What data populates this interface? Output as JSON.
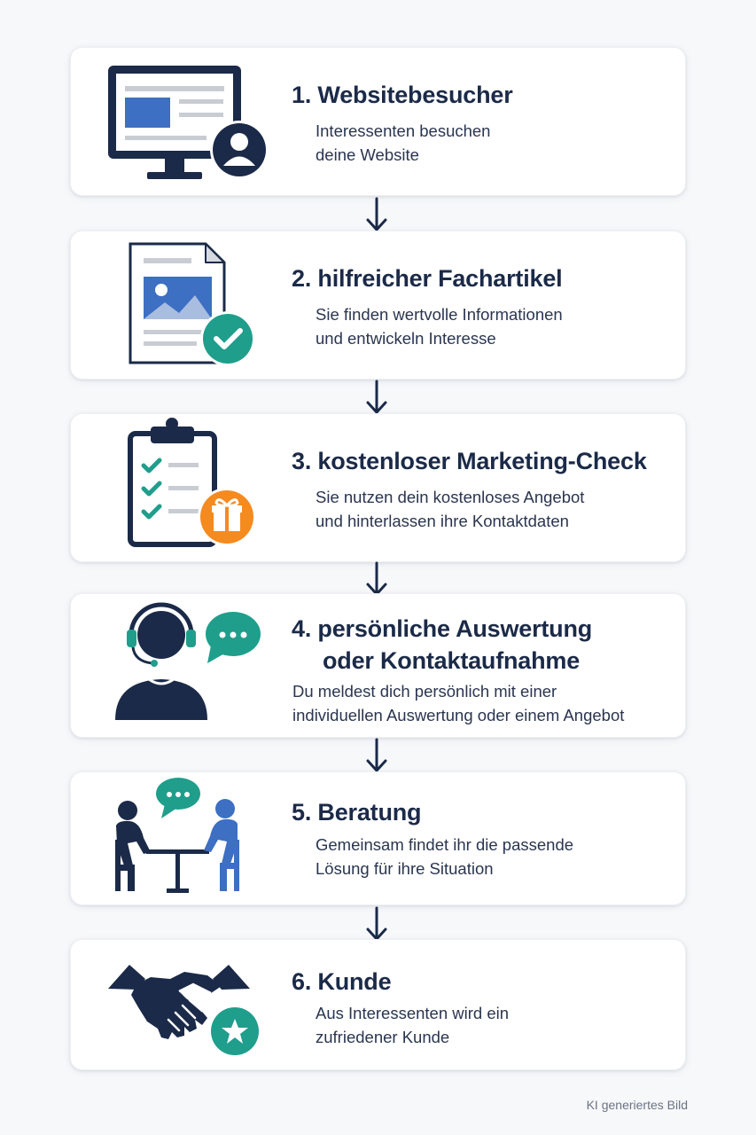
{
  "colors": {
    "navy": "#1b2a48",
    "teal": "#1f9e8c",
    "blue": "#3d6fc2",
    "orange": "#f58a1f"
  },
  "steps": [
    {
      "title": "1. Websitebesucher",
      "lines": [
        "Interessenten besuchen",
        "deine Website"
      ],
      "icon": "monitor-user-icon"
    },
    {
      "title": "2. hilfreicher Fachartikel",
      "lines": [
        "Sie finden wertvolle Informationen",
        "und entwickeln Interesse"
      ],
      "icon": "article-check-icon"
    },
    {
      "title": "3. kostenloser Marketing-Check",
      "lines": [
        "Sie nutzen dein kostenloses Angebot",
        "und hinterlassen ihre Kontaktdaten"
      ],
      "icon": "clipboard-gift-icon"
    },
    {
      "title": "4. persönliche Auswertung",
      "title2": "oder Kontaktaufnahme",
      "lines": [
        "Du meldest dich persönlich mit einer",
        "individuellen Auswertung oder einem Angebot"
      ],
      "icon": "headset-chat-icon"
    },
    {
      "title": "5. Beratung",
      "lines": [
        "Gemeinsam findet ihr die passende",
        "Lösung für ihre Situation"
      ],
      "icon": "meeting-icon"
    },
    {
      "title": "6. Kunde",
      "lines": [
        "Aus Interessenten wird ein",
        "zufriedener Kunde"
      ],
      "icon": "handshake-star-icon"
    }
  ],
  "footer": "KI generiertes Bild"
}
